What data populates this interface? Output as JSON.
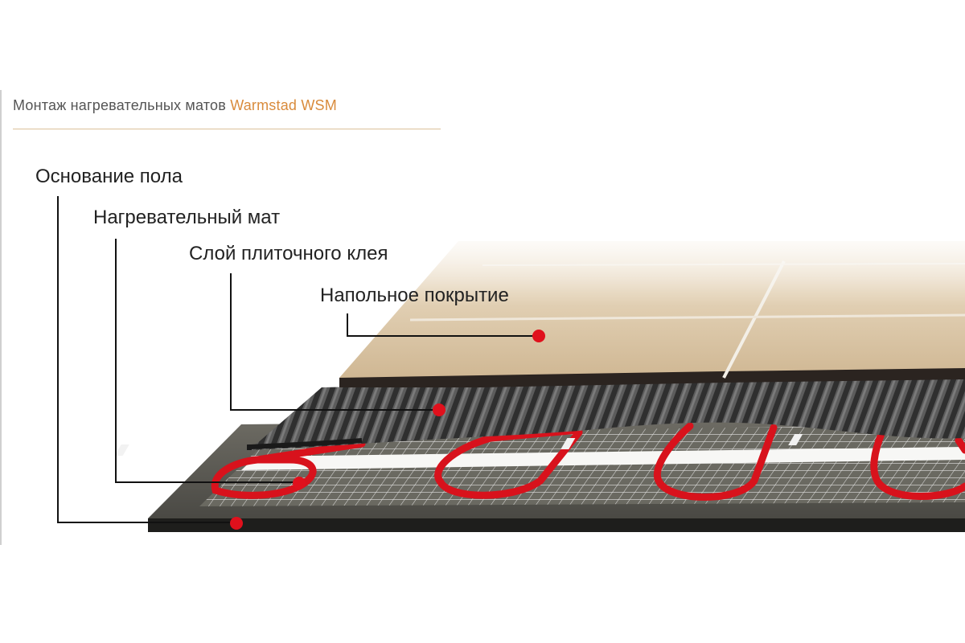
{
  "header": {
    "title_prefix": "Монтаж нагревательных матов",
    "title_brand": "Warmstad WSM",
    "brand_color": "#d98b3c"
  },
  "layers": [
    {
      "label": "Основание пола"
    },
    {
      "label": "Нагревательный мат"
    },
    {
      "label": "Слой плиточного клея"
    },
    {
      "label": "Напольное покрытие"
    }
  ],
  "colors": {
    "marker": "#e0101c",
    "cable": "#d8121c",
    "tile": "#d8c3a2",
    "adhesive": "#3a3a3a",
    "mesh": "#f2f2f2",
    "base": "#5a5a52"
  }
}
